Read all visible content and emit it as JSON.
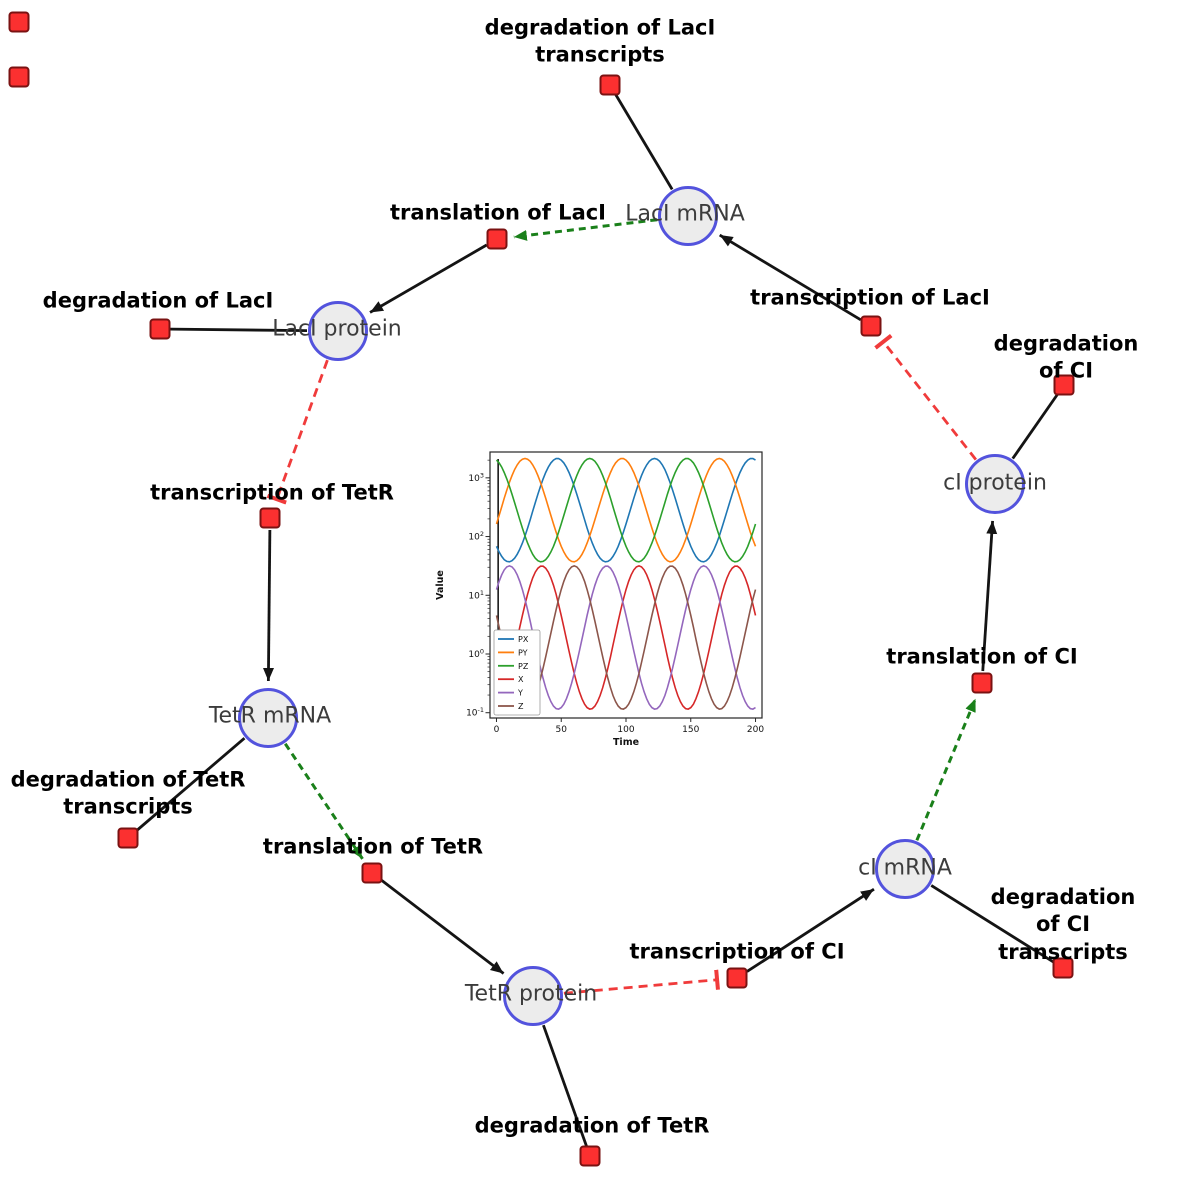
{
  "graph": {
    "species": [
      {
        "id": "laci_mrna",
        "label": "LacI mRNA"
      },
      {
        "id": "laci_protein",
        "label": "LacI protein"
      },
      {
        "id": "tetr_mrna",
        "label": "TetR mRNA"
      },
      {
        "id": "tetr_protein",
        "label": "TetR protein"
      },
      {
        "id": "ci_mrna",
        "label": "cI mRNA"
      },
      {
        "id": "ci_protein",
        "label": "cI protein"
      }
    ],
    "reactions": [
      {
        "id": "deg_laci_tx",
        "label": "degradation of LacI\ntranscripts"
      },
      {
        "id": "transl_laci",
        "label": "translation of LacI"
      },
      {
        "id": "deg_laci",
        "label": "degradation of LacI"
      },
      {
        "id": "txn_laci",
        "label": "transcription of LacI"
      },
      {
        "id": "deg_ci",
        "label": "degradation of CI"
      },
      {
        "id": "txn_tetr",
        "label": "transcription of TetR"
      },
      {
        "id": "transl_ci",
        "label": "translation of CI"
      },
      {
        "id": "deg_tetr_tx",
        "label": "degradation of TetR\ntranscripts"
      },
      {
        "id": "transl_tetr",
        "label": "translation of TetR"
      },
      {
        "id": "txn_ci",
        "label": "transcription of CI"
      },
      {
        "id": "deg_ci_tx",
        "label": "degradation of CI\ntranscripts"
      },
      {
        "id": "deg_tetr",
        "label": "degradation of TetR"
      }
    ],
    "unlabeled_nodes": 2,
    "edges": [
      {
        "from": "laci_mrna",
        "to": "deg_laci_tx",
        "type": "consumption"
      },
      {
        "from": "txn_laci",
        "to": "laci_mrna",
        "type": "production"
      },
      {
        "from": "laci_mrna",
        "to": "transl_laci",
        "type": "modifier"
      },
      {
        "from": "transl_laci",
        "to": "laci_protein",
        "type": "production"
      },
      {
        "from": "laci_protein",
        "to": "deg_laci",
        "type": "consumption"
      },
      {
        "from": "laci_protein",
        "to": "txn_tetr",
        "type": "inhibition"
      },
      {
        "from": "txn_tetr",
        "to": "tetr_mrna",
        "type": "production"
      },
      {
        "from": "tetr_mrna",
        "to": "deg_tetr_tx",
        "type": "consumption"
      },
      {
        "from": "tetr_mrna",
        "to": "transl_tetr",
        "type": "modifier"
      },
      {
        "from": "transl_tetr",
        "to": "tetr_protein",
        "type": "production"
      },
      {
        "from": "tetr_protein",
        "to": "deg_tetr",
        "type": "consumption"
      },
      {
        "from": "tetr_protein",
        "to": "txn_ci",
        "type": "inhibition"
      },
      {
        "from": "txn_ci",
        "to": "ci_mrna",
        "type": "production"
      },
      {
        "from": "ci_mrna",
        "to": "deg_ci_tx",
        "type": "consumption"
      },
      {
        "from": "ci_mrna",
        "to": "transl_ci",
        "type": "modifier"
      },
      {
        "from": "transl_ci",
        "to": "ci_protein",
        "type": "production"
      },
      {
        "from": "ci_protein",
        "to": "deg_ci",
        "type": "consumption"
      },
      {
        "from": "ci_protein",
        "to": "txn_laci",
        "type": "inhibition"
      }
    ],
    "colors": {
      "species_fill": "#ececec",
      "species_border": "#5353dd",
      "reaction_fill": "#fb3030",
      "reaction_border": "#7a1212",
      "edge": "#141414",
      "modifier": "#1a801a",
      "inhibition": "#f03b3b"
    }
  },
  "chart_data": {
    "type": "line",
    "title": "",
    "xlabel": "Time",
    "ylabel": "Value",
    "xlim": [
      0,
      200
    ],
    "x_ticks": [
      0,
      50,
      100,
      150,
      200
    ],
    "y_scale": "log10",
    "y_tick_exponents": [
      -1,
      0,
      1,
      2,
      3
    ],
    "log_ylim": [
      -1.09,
      3.44
    ],
    "legend_position": "lower-left",
    "grid": false,
    "transient_line_t": 1.3,
    "sample_step": 2,
    "series": [
      {
        "name": "PX",
        "color": "#1f77b4",
        "log_center": 2.45,
        "log_amplitude": 0.88,
        "period": 75,
        "first_peak_t": 47
      },
      {
        "name": "PY",
        "color": "#ff7f0e",
        "log_center": 2.45,
        "log_amplitude": 0.88,
        "period": 75,
        "first_peak_t": 22
      },
      {
        "name": "PZ",
        "color": "#2ca02c",
        "log_center": 2.45,
        "log_amplitude": 0.88,
        "period": 75,
        "first_peak_t": 72
      },
      {
        "name": "X",
        "color": "#d62728",
        "log_center": 0.28,
        "log_amplitude": 1.22,
        "period": 75,
        "first_peak_t": 35
      },
      {
        "name": "Y",
        "color": "#9467bd",
        "log_center": 0.28,
        "log_amplitude": 1.22,
        "period": 75,
        "first_peak_t": 10
      },
      {
        "name": "Z",
        "color": "#8c564b",
        "log_center": 0.28,
        "log_amplitude": 1.22,
        "period": 75,
        "first_peak_t": 60
      }
    ]
  }
}
